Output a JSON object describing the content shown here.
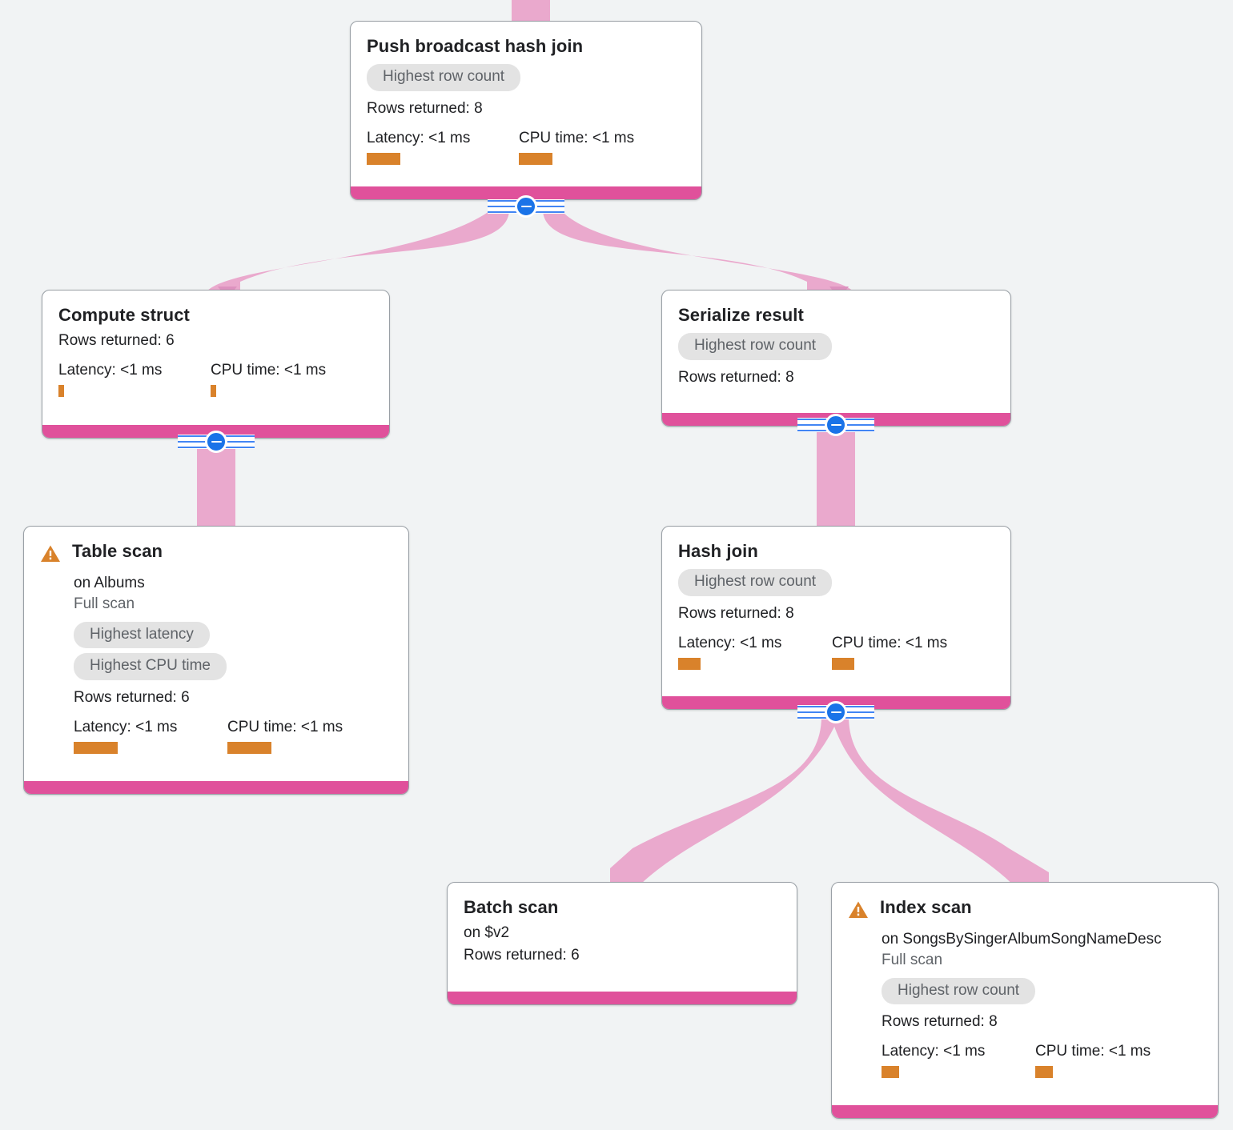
{
  "theme": {
    "background": "#f1f3f4",
    "node_fill": "#ffffff",
    "node_border": "#9aa0a6",
    "bottom_stripe": "#e0519b",
    "edge_ribbon": "#eaa9cd",
    "chip_bg": "#e3e3e3",
    "chip_text": "#5f6368",
    "metric_bar": "#d9822b",
    "warning": "#d9822b",
    "toggle_blue": "#1a73e8",
    "rail_blue": "#4285f4"
  },
  "labels": {
    "rows_prefix": "Rows returned: ",
    "latency_prefix": "Latency: ",
    "cpu_prefix": "CPU time: ",
    "on_prefix": "on "
  },
  "icons": {
    "warning": "warning-triangle-icon",
    "collapse": "collapse-minus-icon"
  },
  "nodes": [
    {
      "id": "push-broadcast-hash-join",
      "title": "Push broadcast hash join",
      "warning": false,
      "target": null,
      "scan_type": null,
      "chips": [
        "Highest row count"
      ],
      "rows_returned": "Rows returned: 8",
      "latency": "Latency: <1 ms",
      "cpu_time": "CPU time: <1 ms",
      "latency_bar_width": 42,
      "cpu_bar_width": 42,
      "has_toggle": true
    },
    {
      "id": "compute-struct",
      "title": "Compute struct",
      "warning": false,
      "target": null,
      "scan_type": null,
      "chips": [],
      "rows_returned": "Rows returned: 6",
      "latency": "Latency: <1 ms",
      "cpu_time": "CPU time: <1 ms",
      "latency_bar_width": 7,
      "cpu_bar_width": 7,
      "has_toggle": true
    },
    {
      "id": "serialize-result",
      "title": "Serialize result",
      "warning": false,
      "target": null,
      "scan_type": null,
      "chips": [
        "Highest row count"
      ],
      "rows_returned": "Rows returned: 8",
      "latency": null,
      "cpu_time": null,
      "latency_bar_width": 0,
      "cpu_bar_width": 0,
      "has_toggle": true
    },
    {
      "id": "table-scan",
      "title": "Table scan",
      "warning": true,
      "target": "on Albums",
      "scan_type": "Full scan",
      "chips": [
        "Highest latency",
        "Highest CPU time"
      ],
      "rows_returned": "Rows returned: 6",
      "latency": "Latency: <1 ms",
      "cpu_time": "CPU time: <1 ms",
      "latency_bar_width": 55,
      "cpu_bar_width": 55,
      "has_toggle": false
    },
    {
      "id": "hash-join",
      "title": "Hash join",
      "warning": false,
      "target": null,
      "scan_type": null,
      "chips": [
        "Highest row count"
      ],
      "rows_returned": "Rows returned: 8",
      "latency": "Latency: <1 ms",
      "cpu_time": "CPU time: <1 ms",
      "latency_bar_width": 28,
      "cpu_bar_width": 28,
      "has_toggle": true
    },
    {
      "id": "batch-scan",
      "title": "Batch scan",
      "warning": false,
      "target": "on $v2",
      "scan_type": null,
      "chips": [],
      "rows_returned": "Rows returned: 6",
      "latency": null,
      "cpu_time": null,
      "latency_bar_width": 0,
      "cpu_bar_width": 0,
      "has_toggle": false
    },
    {
      "id": "index-scan",
      "title": "Index scan",
      "warning": true,
      "target": "on SongsBySingerAlbumSongNameDesc",
      "scan_type": "Full scan",
      "chips": [
        "Highest row count"
      ],
      "rows_returned": "Rows returned: 8",
      "latency": "Latency: <1 ms",
      "cpu_time": "CPU time: <1 ms",
      "latency_bar_width": 22,
      "cpu_bar_width": 22,
      "has_toggle": false
    }
  ]
}
